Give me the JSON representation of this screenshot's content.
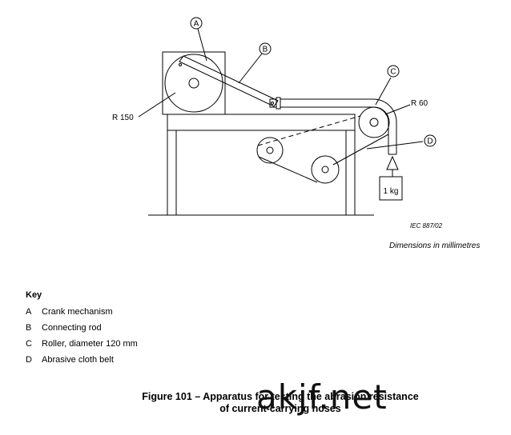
{
  "figure": {
    "callouts": {
      "a": "A",
      "b": "B",
      "c": "C",
      "d": "D"
    },
    "radius_crank": "R 150",
    "radius_roller": "R 60",
    "weight": "1 kg",
    "iec_ref": "IEC   887/02"
  },
  "dimensions_note": "Dimensions in millimetres",
  "key": {
    "title": "Key",
    "items": [
      {
        "letter": "A",
        "text": "Crank mechanism"
      },
      {
        "letter": "B",
        "text": "Connecting rod"
      },
      {
        "letter": "C",
        "text": "Roller, diameter 120 mm"
      },
      {
        "letter": "D",
        "text": "Abrasive cloth belt"
      }
    ]
  },
  "caption": {
    "line1": "Figure 101 – Apparatus for testing the abrasion resistance",
    "line2": "of current-carrying hoses"
  },
  "watermark": "akjf.net"
}
